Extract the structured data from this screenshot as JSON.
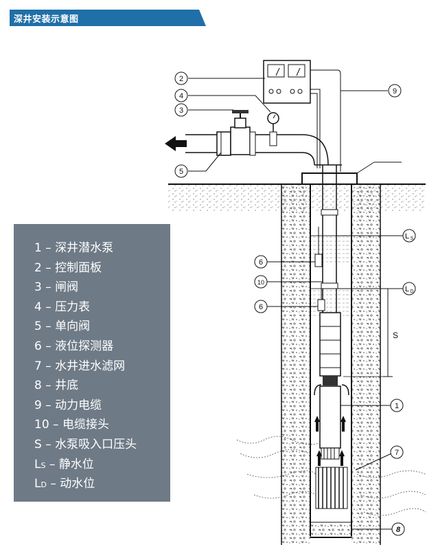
{
  "header": {
    "title": "深井安装示意图"
  },
  "legend": {
    "items": [
      {
        "key": "1",
        "sep": " – ",
        "label": "深井潜水泵"
      },
      {
        "key": "2",
        "sep": " – ",
        "label": "控制面板"
      },
      {
        "key": "3",
        "sep": " – ",
        "label": "闸阀"
      },
      {
        "key": "4",
        "sep": " – ",
        "label": "压力表"
      },
      {
        "key": "5",
        "sep": " – ",
        "label": "单向阀"
      },
      {
        "key": "6",
        "sep": " – ",
        "label": "液位探测器"
      },
      {
        "key": "7",
        "sep": " – ",
        "label": "水井进水滤网"
      },
      {
        "key": "8",
        "sep": " – ",
        "label": "井底"
      },
      {
        "key": "9",
        "sep": " – ",
        "label": "动力电缆"
      },
      {
        "key": "10",
        "sep": " – ",
        "label": "电缆接头"
      },
      {
        "key": "S",
        "sep": " – ",
        "label": "水泵吸入口压头"
      },
      {
        "key": "L",
        "sub": "S",
        "sep": " – ",
        "label": "静水位"
      },
      {
        "key": "L",
        "sub": "D",
        "sep": " – ",
        "label": "动水位"
      }
    ]
  },
  "callouts": {
    "c1": "1",
    "c2": "2",
    "c3": "3",
    "c4": "4",
    "c5": "5",
    "c6a": "6",
    "c6b": "6",
    "c7": "7",
    "c8": "8",
    "c9": "9",
    "c10": "10",
    "ls_main": "L",
    "ls_sub": "S",
    "ld_main": "L",
    "ld_sub": "D",
    "s": "S"
  },
  "colors": {
    "banner": "#1f6fa8",
    "legend_bg": "#6e7a86"
  }
}
